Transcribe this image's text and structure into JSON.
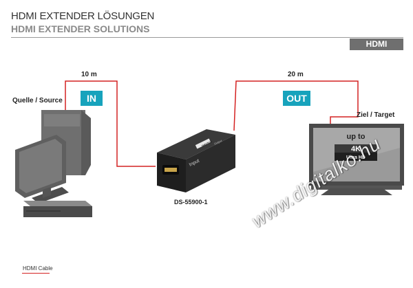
{
  "header": {
    "title_de": "HDMI EXTENDER LÖSUNGEN",
    "title_en": "HDMI EXTENDER SOLUTIONS",
    "badge": "HDMI"
  },
  "diagram": {
    "source_label": "Quelle / Source",
    "target_label": "Ziel / Target",
    "in_tag": "IN",
    "out_tag": "OUT",
    "cable_in_length": "10 m",
    "cable_out_length": "20 m",
    "device_model": "DS-55900-1",
    "device_brand": "DIGITUS",
    "device_port_label": "Input",
    "device_side_label": "Output",
    "tv_text_line1": "up to",
    "tv_text_line2": "4K",
    "tv_text_line3": "Ultra HD"
  },
  "legend": {
    "cable_label": "HDMI Cable"
  },
  "colors": {
    "cable": "#d42020",
    "tag": "#17a3bc",
    "badge": "#6f6f6f"
  },
  "watermark": "www.digitalko.hu"
}
